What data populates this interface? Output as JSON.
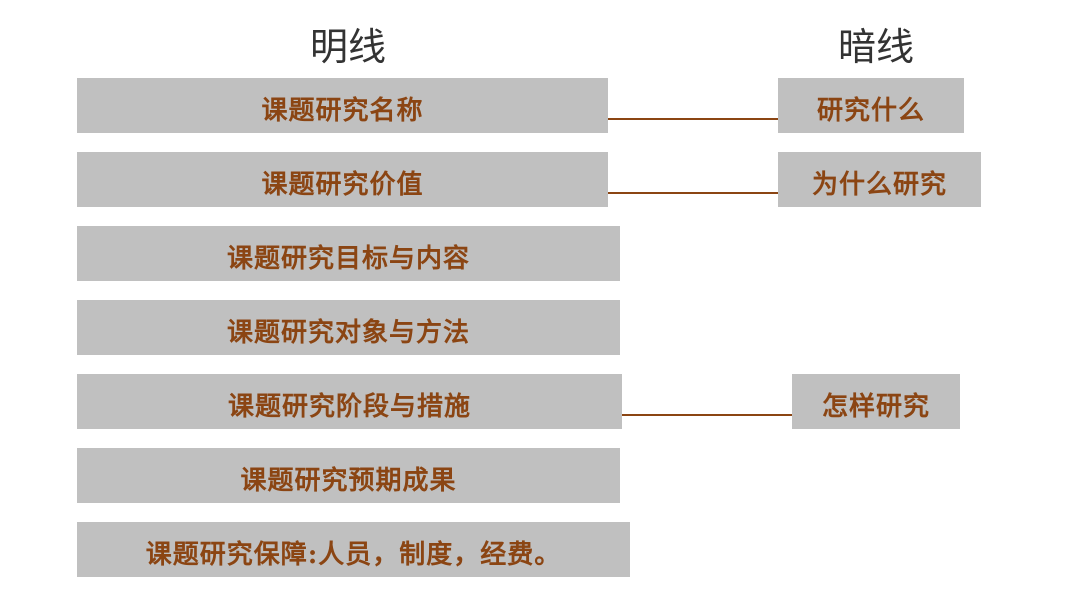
{
  "headings": {
    "explicit": "明线",
    "implicit": "暗线"
  },
  "explicit_items": [
    "课题研究名称",
    "课题研究价值",
    "课题研究目标与内容",
    "课题研究对象与方法",
    "课题研究阶段与措施",
    "课题研究预期成果",
    "课题研究保障:人员，制度，经费。"
  ],
  "implicit_items": [
    "研究什么",
    "为什么研究",
    "怎样研究"
  ],
  "colors": {
    "box_fill": "#c0c0c0",
    "text": "#8b4513",
    "connector": "#8b4513",
    "heading": "#333333"
  }
}
